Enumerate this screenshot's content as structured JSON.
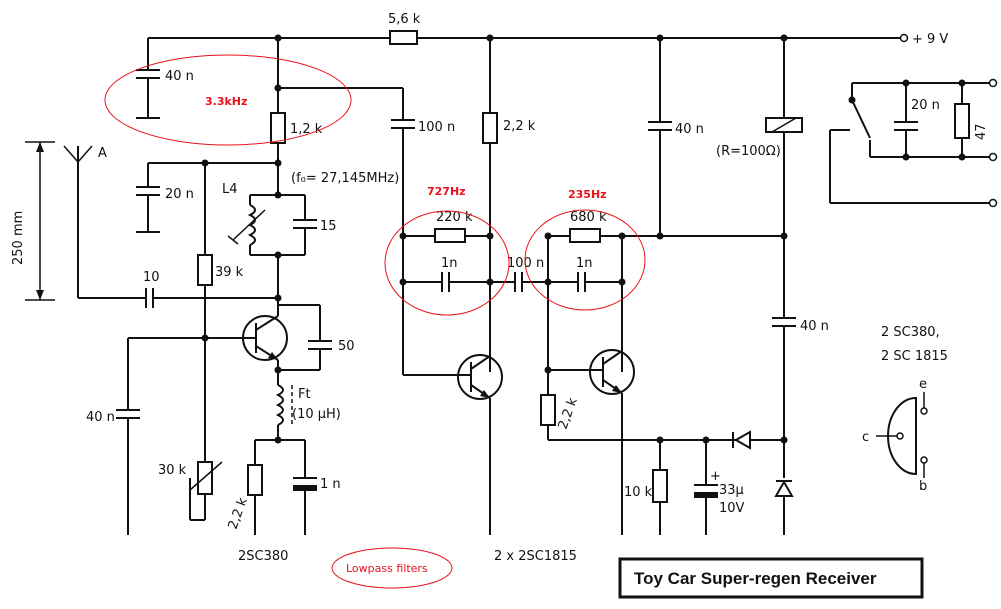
{
  "title": "Toy Car Super-regen Receiver",
  "components": {
    "r_top": "5,6 k",
    "supply": "+ 9 V",
    "c_40n_top": "40 n",
    "r_1k2": "1,2 k",
    "f0": "(f₀= 27,145MHz)",
    "antenna": "A",
    "length": "250 mm",
    "c_20n": "20 n",
    "l4": "L4",
    "c_15": "15",
    "r_39k": "39 k",
    "c_10": "10",
    "c_50": "50",
    "ft": "Ft",
    "ft_val": "(10 µH)",
    "c_40n_left": "40 n",
    "r_30k": "30 k",
    "r_2k2_left": "2,2 k",
    "c_1n_left": "1 n",
    "t1_name": "2SC380",
    "c_100n": "100 n",
    "r_2k2_mid": "2,2 k",
    "r_220k": "220 k",
    "c_1n_mid": "1n",
    "c_100n_mid": "100 n",
    "r_680k": "680 k",
    "c_1n_right": "1n",
    "c_40n_mid": "40 n",
    "relay": "(R=100Ω)",
    "r_2k2_right": "2,2 k",
    "r_10k": "10 k",
    "c_33u": "33µ",
    "c_33u_v": "10V",
    "plus": "+",
    "c_40n_right": "40 n",
    "t23_name": "2 x 2SC1815",
    "c_20n_right": "20 n",
    "r_47": "47",
    "pinout_1": "2 SC380,",
    "pinout_2": "2 SC 1815",
    "pin_e": "e",
    "pin_c": "c",
    "pin_b": "b"
  },
  "annotations": {
    "f_3k3": "3.3kHz",
    "f_727": "727Hz",
    "f_235": "235Hz",
    "lowpass": "Lowpass filters"
  },
  "colors": {
    "annotation": "#e8121b",
    "ink": "#111111"
  }
}
